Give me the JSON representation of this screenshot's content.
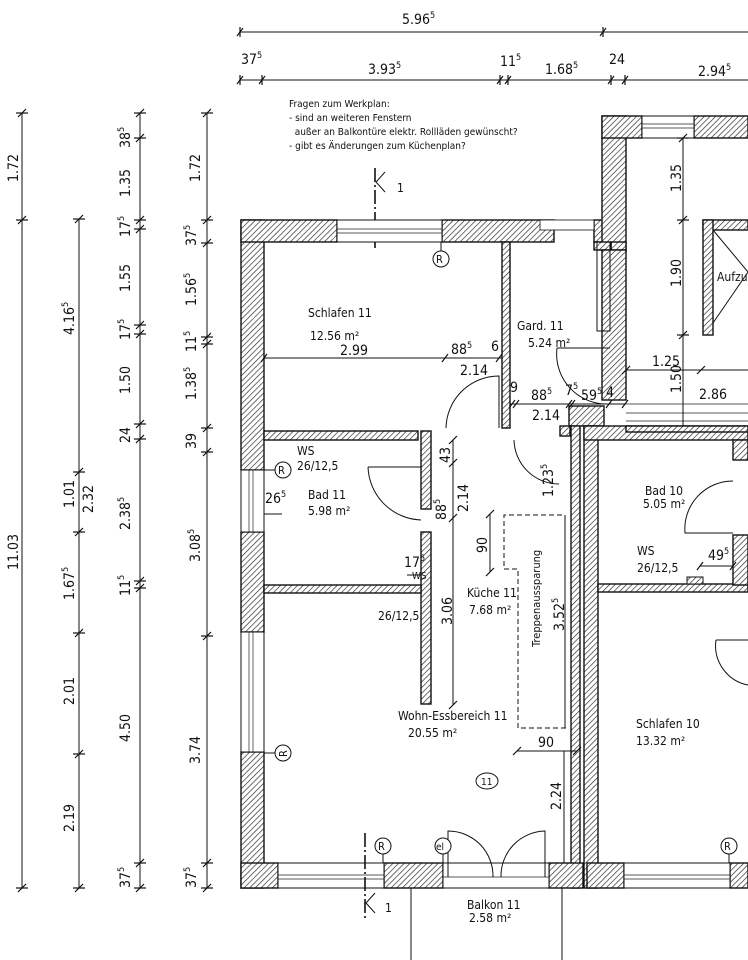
{
  "notes": {
    "title": "Fragen zum Werkplan:",
    "line1": "- sind an weiteren Fenstern",
    "line2": "  außer an Balkontüre elektr. Rollläden gewünscht?",
    "line3": "- gibt es Änderungen zum Küchenplan?"
  },
  "section_marker": {
    "label": "1"
  },
  "top_dimensions": {
    "overall": {
      "base": "5.96",
      "sup": "5"
    },
    "segments": [
      {
        "base": "37",
        "sup": "5"
      },
      {
        "base": "3.93",
        "sup": "5"
      },
      {
        "base": "11",
        "sup": "5"
      },
      {
        "base": "1.68",
        "sup": "5"
      },
      {
        "base": "24",
        "sup": ""
      },
      {
        "base": "2.94",
        "sup": "5"
      }
    ]
  },
  "left_dimensions": {
    "col1": [
      {
        "base": "1.72",
        "sup": ""
      },
      {
        "base": "11.03",
        "sup": ""
      }
    ],
    "col2": [
      {
        "base": "4.16",
        "sup": "5"
      },
      {
        "base": "1.01",
        "sup": ""
      },
      {
        "base": "2.32",
        "sup": ""
      },
      {
        "base": "1.67",
        "sup": "5"
      },
      {
        "base": "2.01",
        "sup": ""
      },
      {
        "base": "2.19",
        "sup": ""
      }
    ],
    "col3": [
      {
        "base": "38",
        "sup": "5"
      },
      {
        "base": "1.35",
        "sup": ""
      },
      {
        "base": "17",
        "sup": "5"
      },
      {
        "base": "1.55",
        "sup": ""
      },
      {
        "base": "17",
        "sup": "5"
      },
      {
        "base": "1.50",
        "sup": ""
      },
      {
        "base": "24",
        "sup": ""
      },
      {
        "base": "2.38",
        "sup": "5"
      },
      {
        "base": "11",
        "sup": "5"
      },
      {
        "base": "4.50",
        "sup": ""
      },
      {
        "base": "37",
        "sup": "5"
      }
    ],
    "col4": [
      {
        "base": "1.72",
        "sup": ""
      },
      {
        "base": "37",
        "sup": "5"
      },
      {
        "base": "1.56",
        "sup": "5"
      },
      {
        "base": "11",
        "sup": "5"
      },
      {
        "base": "1.38",
        "sup": "5"
      },
      {
        "base": "39",
        "sup": ""
      },
      {
        "base": "3.08",
        "sup": "5"
      },
      {
        "base": "3.74",
        "sup": ""
      },
      {
        "base": "37",
        "sup": "5"
      }
    ]
  },
  "rooms": {
    "schlafen11": {
      "name": "Schlafen 11",
      "area": "12.56",
      "unit": "m²"
    },
    "gard11": {
      "name": "Gard. 11",
      "area": "5.24",
      "unit": "m²"
    },
    "bad11": {
      "name": "Bad 11",
      "area": "5.98",
      "unit": "m²"
    },
    "kueche11": {
      "name": "Küche 11",
      "area": "7.68",
      "unit": "m²"
    },
    "wohn11": {
      "name": "Wohn-Essbereich 11",
      "area": "20.55",
      "unit": "m²"
    },
    "balkon11": {
      "name": "Balkon 11",
      "area": "2.58",
      "unit": "m²"
    },
    "bad10": {
      "name": "Bad 10",
      "area": "5.05",
      "unit": "m²"
    },
    "schlafen10": {
      "name": "Schlafen 10",
      "area": "13.32",
      "unit": "m²"
    },
    "aufzug": {
      "name": "Aufzug"
    }
  },
  "inner_dimensions": {
    "schlafen_width": "2.99",
    "schlafen_door": {
      "base": "88",
      "sup": "5"
    },
    "schlafen_door_h": "2.14",
    "schlafen_six": "6",
    "gard_nine": "9",
    "gard_door": {
      "base": "88",
      "sup": "5"
    },
    "gard_door_h": "2.14",
    "gard_seven": {
      "base": "7",
      "sup": "5"
    },
    "gard_fiftynine": {
      "base": "59",
      "sup": "5"
    },
    "gard_four": "4",
    "stair_135": "1.35",
    "stair_190": "1.90",
    "stair_150": "1.50",
    "stair_125": "1.25",
    "stair_286": "2.86",
    "kitchen_43": "43",
    "kitchen_885": {
      "base": "88",
      "sup": "5"
    },
    "kitchen_214": "2.14",
    "kitchen_1235": {
      "base": "1.23",
      "sup": "5"
    },
    "kitchen_90v": "90",
    "kitchen_306": "3.06",
    "treppe_label": "Treppenaussparung",
    "treppe_dim": {
      "base": "3.52",
      "sup": "5"
    },
    "wohn_90": "90",
    "wohn_224": "2.24",
    "bad_265": {
      "base": "26",
      "sup": "5"
    },
    "bad_175": {
      "base": "17",
      "sup": "5"
    },
    "bad10_495": {
      "base": "49",
      "sup": "5"
    }
  },
  "ws_labels": {
    "bad11": {
      "name": "WS",
      "size": "26/12,5"
    },
    "wohn11": {
      "name": "WS",
      "size": "26/12,5"
    },
    "bad10": {
      "name": "WS",
      "size": "26/12,5"
    }
  },
  "symbols": {
    "rollladen": "R",
    "electric": "el",
    "apartment": "11"
  }
}
